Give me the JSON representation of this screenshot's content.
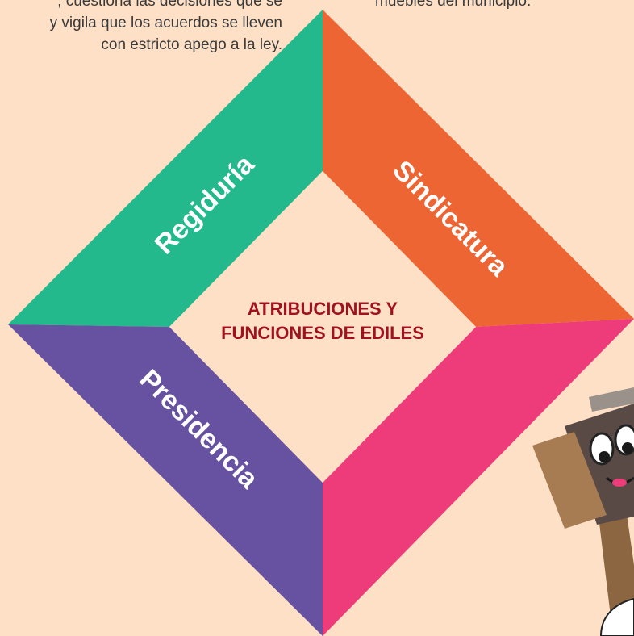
{
  "top_left_text": {
    "line1": "; cuestiona las decisiones que se",
    "line2": "y vigila que los acuerdos se lleven",
    "line3": "con estricto apego a la ley."
  },
  "top_right_text": {
    "line1": "muebles del municipio."
  },
  "center": {
    "title_line1": "ATRIBUCIONES Y",
    "title_line2": "FUNCIONES DE EDILES"
  },
  "segments": {
    "regiduria": {
      "label": "Regiduría",
      "color": "#24b98c"
    },
    "sindicatura": {
      "label": "Sindicatura",
      "color": "#ee6534"
    },
    "presidencia": {
      "label": "Presidencia",
      "color": "#6752a1"
    },
    "bottom_right": {
      "label": "",
      "color": "#ee3c7a"
    }
  },
  "colors": {
    "background": "#fde0c6",
    "title": "#a0121e",
    "segment_label": "#ffffff",
    "gavel_handle": "#8c6641",
    "gavel_head": "#5a4a46",
    "gavel_cap": "#a87c52"
  },
  "illustration": {
    "name": "gavel-mascot"
  }
}
